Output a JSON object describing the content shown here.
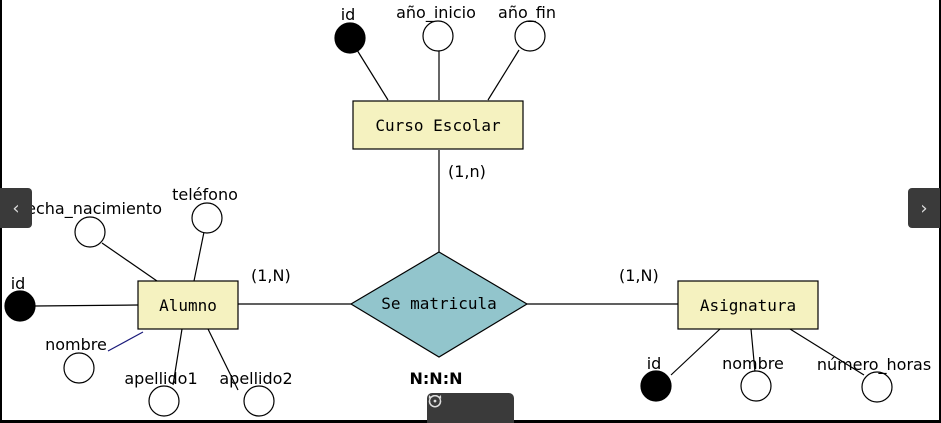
{
  "entities": {
    "curso": "Curso Escolar",
    "alumno": "Alumno",
    "asignatura": "Asignatura"
  },
  "relationship": {
    "label": "Se matricula",
    "type": "N:N:N"
  },
  "cardinalities": {
    "curso": "(1,n)",
    "alumno": "(1,N)",
    "asignatura": "(1,N)"
  },
  "attributes": {
    "curso": {
      "id": "id",
      "inicio": "año_inicio",
      "fin": "año_fin"
    },
    "alumno": {
      "fecha": "echa_nacimiento",
      "telefono": "teléfono",
      "id": "id",
      "nombre": "nombre",
      "apellido1": "apellido1",
      "apellido2": "apellido2"
    },
    "asignatura": {
      "id": "id",
      "nombre": "nombre",
      "horas": "número_horas"
    }
  },
  "controls": {
    "prev_icon": "chevron-left-icon",
    "next_icon": "chevron-right-icon",
    "rotate_left_icon": "rotate-left-icon",
    "rotate_right_icon": "rotate-right-icon"
  },
  "colors": {
    "entity_fill": "#f5f2c0",
    "relationship_fill": "#92c5cc",
    "key_attribute": "#000000"
  }
}
